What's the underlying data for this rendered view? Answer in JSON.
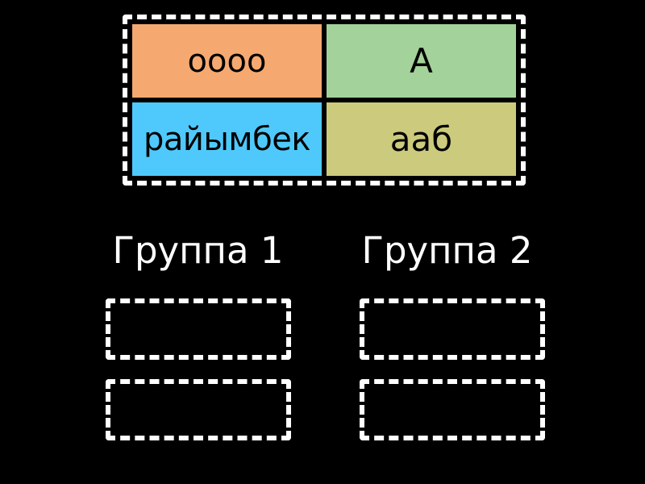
{
  "background_color": "#000000",
  "tray": {
    "name": "source-tile-tray",
    "border_color": "#ffffff",
    "tiles": [
      {
        "text": "оооо",
        "color": "#f5a970",
        "size_class": "fs-sm",
        "slot_name": "tile-oooo"
      },
      {
        "text": "А",
        "color": "#a3d29a",
        "size_class": "fs-md",
        "slot_name": "tile-a"
      },
      {
        "text": "райымбек",
        "color": "#4fc9fc",
        "size_class": "fs-wide",
        "slot_name": "tile-raiymbek"
      },
      {
        "text": "ааб",
        "color": "#ccca7c",
        "size_class": "fs-md",
        "slot_name": "tile-aab"
      }
    ]
  },
  "groups": [
    {
      "title": "Группа 1",
      "slots": [
        {
          "text": ""
        },
        {
          "text": ""
        }
      ]
    },
    {
      "title": "Группа 2",
      "slots": [
        {
          "text": ""
        },
        {
          "text": ""
        }
      ]
    }
  ]
}
